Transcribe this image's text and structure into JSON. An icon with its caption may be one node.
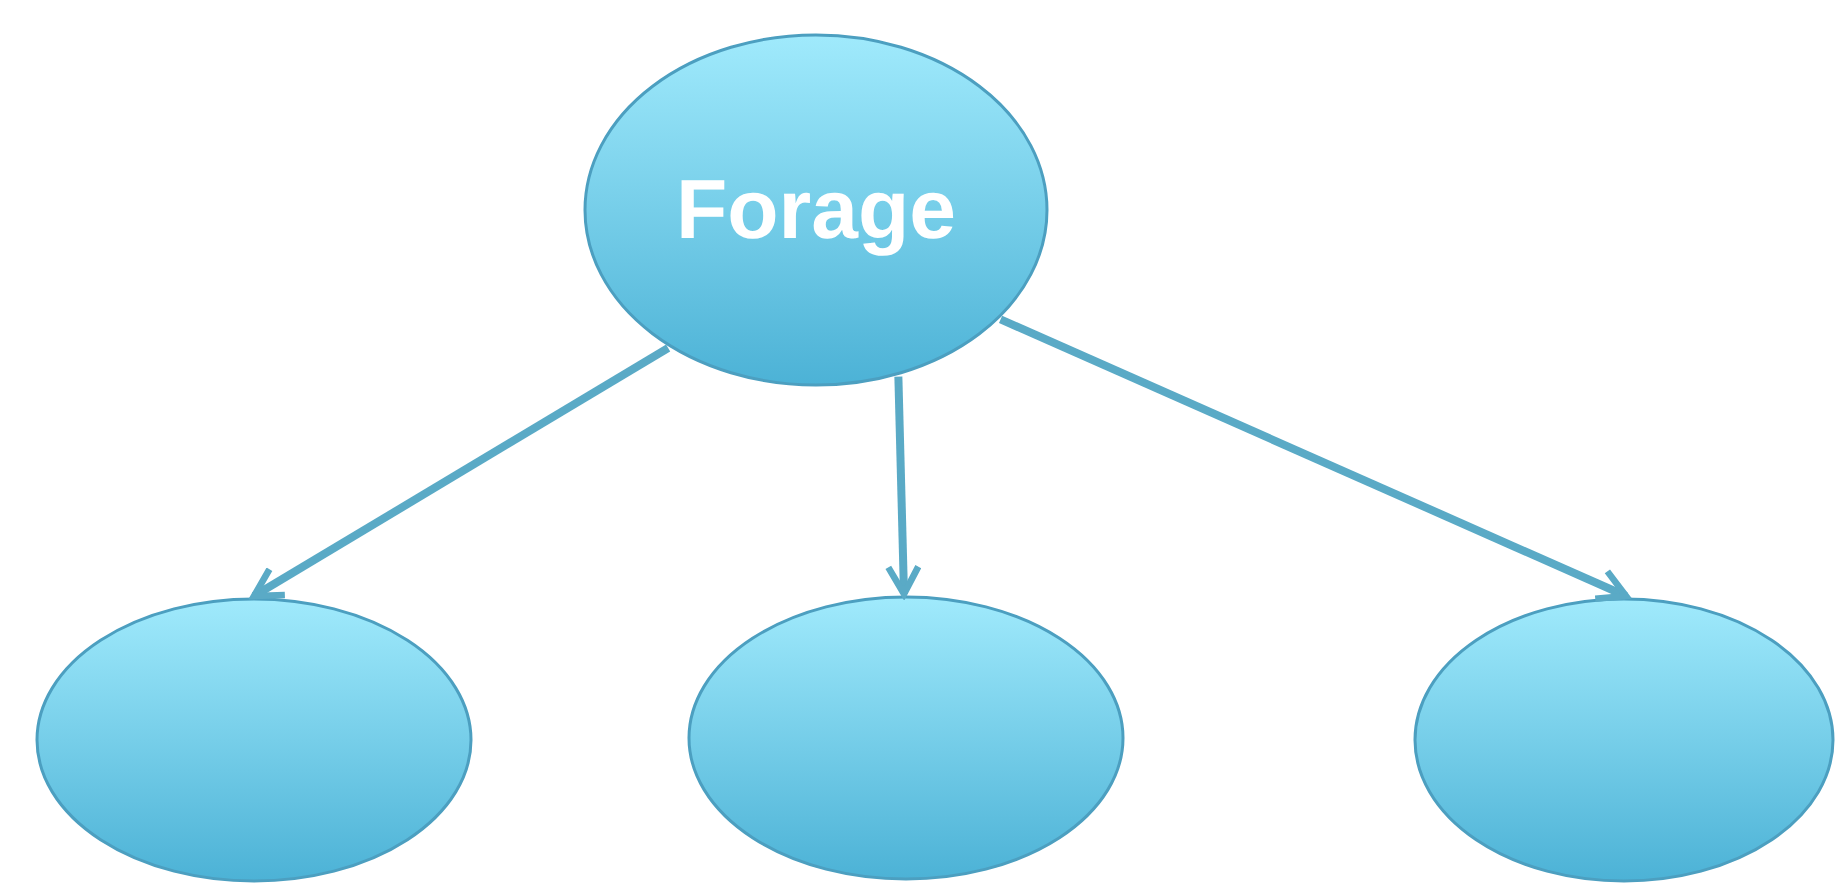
{
  "diagram": {
    "nodes": [
      {
        "text": [
          "Forage"
        ]
      },
      {
        "text": [],
        "shape": "ellipse"
      },
      {
        "text": [],
        "shape": "ellipse"
      },
      {
        "text": [],
        "shape": "ellipse"
      }
    ],
    "edges": [
      {
        "from": 0,
        "to": 1,
        "arrow": "to"
      },
      {
        "from": 0,
        "to": 2,
        "arrow": "to"
      },
      {
        "from": 0,
        "to": 3,
        "arrow": "to"
      }
    ]
  }
}
